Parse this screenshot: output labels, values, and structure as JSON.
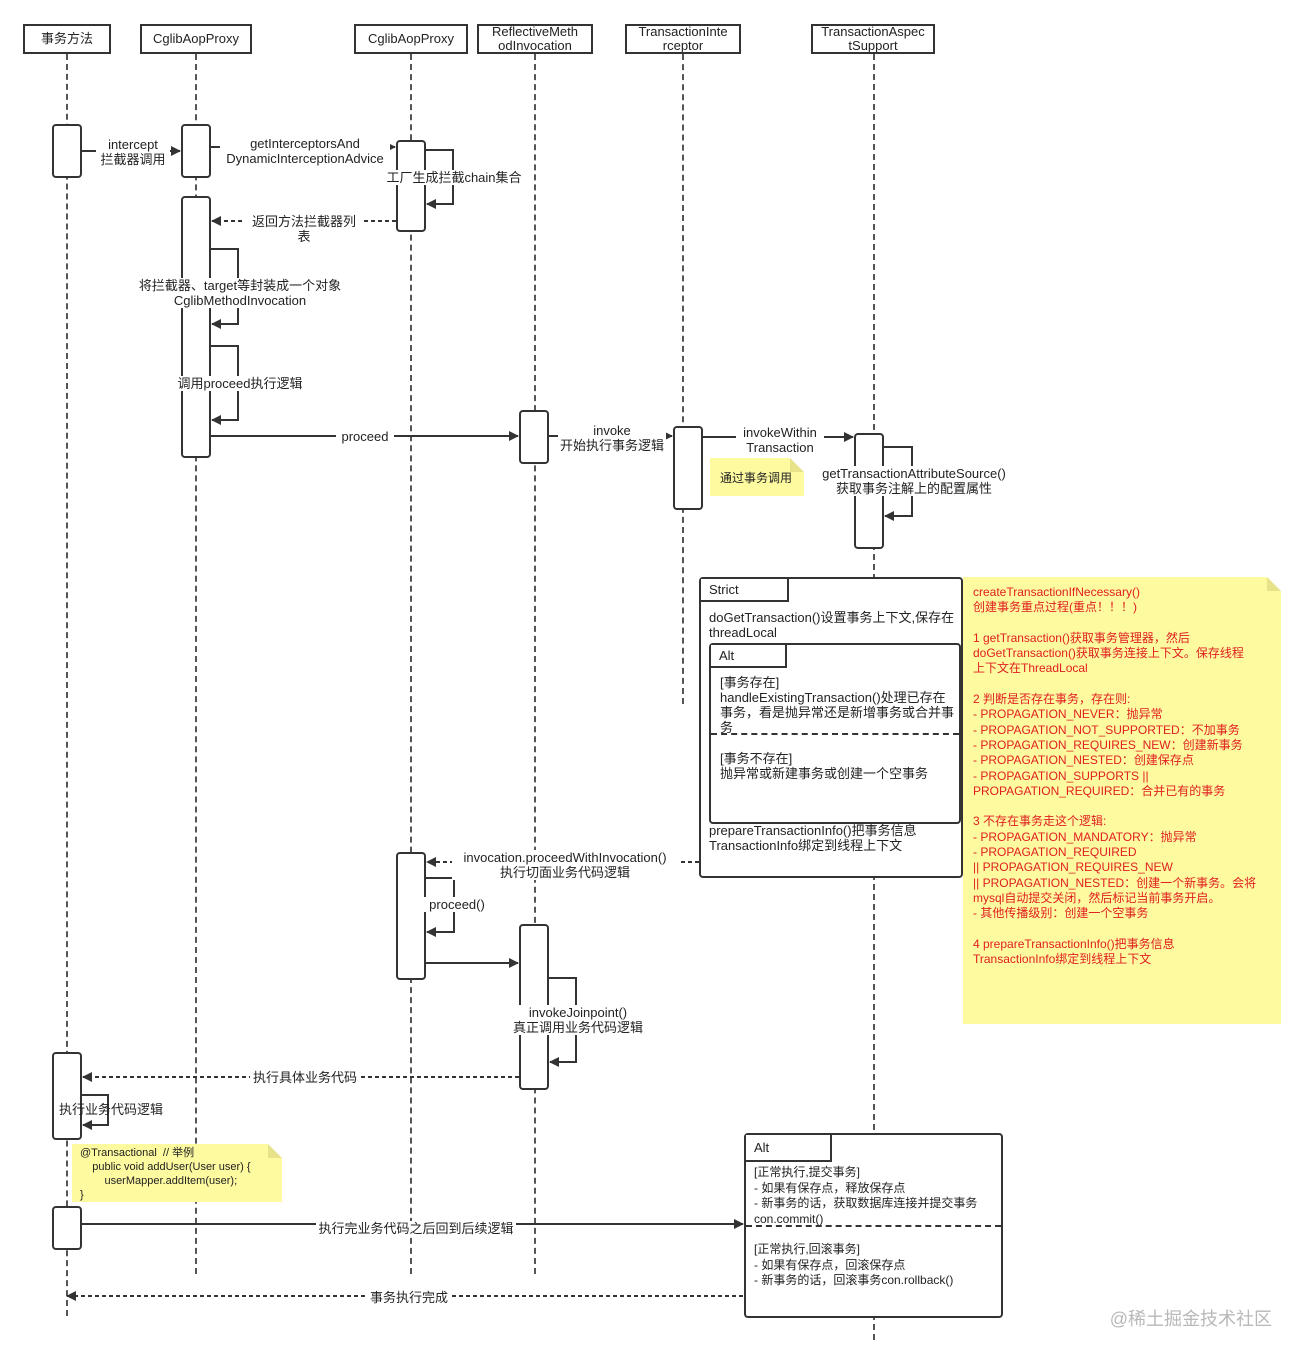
{
  "lanes": [
    {
      "label": "事务方法"
    },
    {
      "label": "CglibAopProxy"
    },
    {
      "label": "CglibAopProxy"
    },
    {
      "label": "ReflectiveMeth\nodInvocation"
    },
    {
      "label": "TransactionInte\nrceptor"
    },
    {
      "label": "TransactionAspec\ntSupport"
    }
  ],
  "messages": {
    "intercept": "intercept\n拦截器调用",
    "get_interceptors": "getInterceptorsAnd\nDynamicInterceptionAdvice",
    "factory_chain": "工厂生成拦截chain集合",
    "return_list": "返回方法拦截器列表",
    "wrap_invocation": "将拦截器、target等封装成一个对象\nCglibMethodInvocation",
    "call_proceed": "调用proceed执行逻辑",
    "proceed": "proceed",
    "invoke": "invoke\n开始执行事务逻辑",
    "invoke_within": "invokeWithin\nTransaction",
    "get_attr": "getTransactionAttributeSource()\n获取事务注解上的配置属性",
    "proceed_with_invocation": "invocation.proceedWithInvocation()\n执行切面业务代码逻辑",
    "proceed2": "proceed()",
    "invoke_joinpoint": "invokeJoinpoint()\n真正调用业务代码逻辑",
    "exec_business": "执行具体业务代码",
    "exec_business_logic": "执行业务代码逻辑",
    "after_business": "执行完业务代码之后回到后续逻辑",
    "tx_done": "事务执行完成"
  },
  "notes": {
    "tx_call": "通过事务调用",
    "code_example": "@Transactional  // 举例\n    public void addUser(User user) {\n        userMapper.addItem(user);\n}",
    "create_tx": "createTransactionIfNecessary()\n创建事务重点过程(重点！！！)\n\n1 getTransaction()获取事务管理器，然后\ndoGetTransaction()获取事务连接上下文。保存线程\n上下文在ThreadLocal\n\n2 判断是否存在事务，存在则:\n- PROPAGATION_NEVER：抛异常\n- PROPAGATION_NOT_SUPPORTED：不加事务\n- PROPAGATION_REQUIRES_NEW：创建新事务\n- PROPAGATION_NESTED：创建保存点\n- PROPAGATION_SUPPORTS ||\nPROPAGATION_REQUIRED：合并已有的事务\n\n3 不存在事务走这个逻辑:\n- PROPAGATION_MANDATORY：抛异常\n- PROPAGATION_REQUIRED\n|| PROPAGATION_REQUIRES_NEW\n|| PROPAGATION_NESTED：创建一个新事务。会将\nmysql自动提交关闭，然后标记当前事务开启。\n- 其他传播级别：创建一个空事务\n\n4 prepareTransactionInfo()把事务信息\nTransactionInfo绑定到线程上下文"
  },
  "strict_frame": {
    "tag": "Strict",
    "top_text": "doGetTransaction()设置事务上下文,保存在\nthreadLocal",
    "bottom_text": "prepareTransactionInfo()把事务信息\nTransactionInfo绑定到线程上下文",
    "alt": {
      "tag": "Alt",
      "case1": "[事务存在]\nhandleExistingTransaction()处理已存在\n事务，看是抛异常还是新增事务或合并事\n务",
      "case2": "[事务不存在]\n抛异常或新建事务或创建一个空事务"
    }
  },
  "commit_frame": {
    "tag": "Alt",
    "case1": "[正常执行,提交事务]\n- 如果有保存点，释放保存点\n- 新事务的话，获取数据库连接并提交事务\ncon.commit()",
    "case2": "[正常执行,回滚事务]\n- 如果有保存点，回滚保存点\n- 新事务的话，回滚事务con.rollback()"
  },
  "watermark": "@稀土掘金技术社区"
}
